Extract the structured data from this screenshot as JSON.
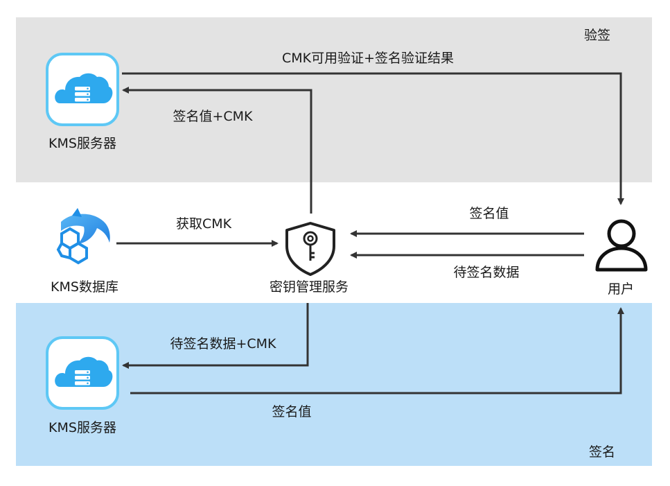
{
  "regions": {
    "verify": {
      "title": "验签",
      "fill": "#e3e3e3"
    },
    "sign": {
      "title": "签名",
      "fill": "#bcdff8"
    }
  },
  "nodes": {
    "kms_server_top": {
      "label": "KMS服务器",
      "icon": "cloud-server-icon"
    },
    "kms_db": {
      "label": "KMS数据库",
      "icon": "database-dolphin-icon"
    },
    "key_service": {
      "label": "密钥管理服务",
      "icon": "shield-key-icon"
    },
    "user": {
      "label": "用户",
      "icon": "user-icon"
    },
    "kms_server_bottom": {
      "label": "KMS服务器",
      "icon": "cloud-server-icon"
    }
  },
  "edges": {
    "verify_result": "CMK可用验证+签名验证结果",
    "sig_cmk": "签名值+CMK",
    "get_cmk": "获取CMK",
    "sig_value_to_kms": "签名值",
    "data_to_sign": "待签名数据",
    "data_cmk": "待签名数据+CMK",
    "sig_value_to_user": "签名值"
  },
  "colors": {
    "arrow": "#333333",
    "icon_border": "#5ec8f5",
    "icon_fill": "#2ea9ee",
    "icon_blue": "#1f8fe6"
  }
}
